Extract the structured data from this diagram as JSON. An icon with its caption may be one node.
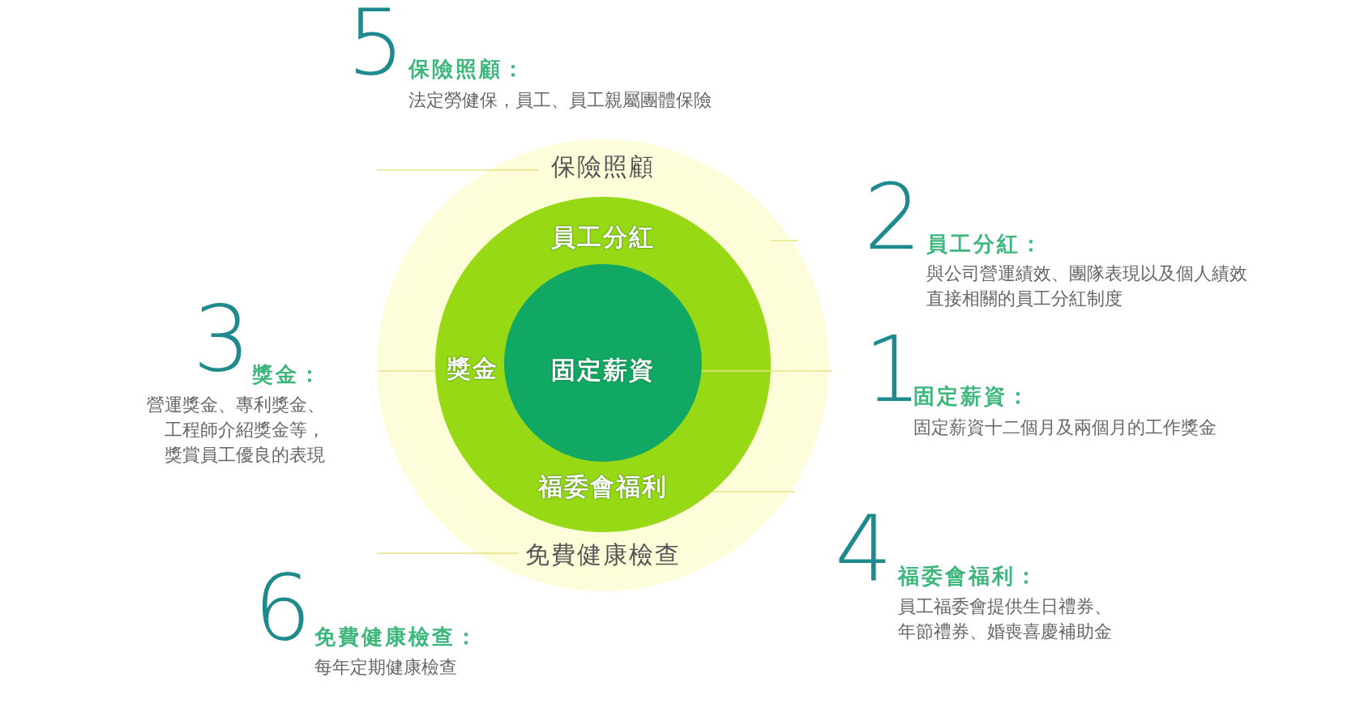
{
  "diagram": {
    "nodes": [
      {
        "text": [
          "保險照顧",
          "免費健康檢查"
        ]
      },
      {
        "text": [
          "員工分紅",
          "獎金",
          "福委會福利"
        ],
        "in": 0
      },
      {
        "text": [
          "固定薪資"
        ],
        "in": 1
      }
    ],
    "edges": [
      {
        "from": 0,
        "to": null,
        "arrow": "none"
      },
      {
        "from": 1,
        "to": null,
        "arrow": "none"
      },
      {
        "from": 1,
        "to": null,
        "arrow": "none"
      },
      {
        "from": 2,
        "to": null,
        "arrow": "none"
      },
      {
        "from": 1,
        "to": null,
        "arrow": "none"
      },
      {
        "from": 0,
        "to": null,
        "arrow": "none"
      }
    ],
    "labels": [
      "5",
      "保險照顧：",
      "法定勞健保，員工、員工親屬團體保險",
      "2",
      "員工分紅：",
      "與公司營運績效、團隊表現以及個人績效直接相關的員工分紅制度",
      "3",
      "獎金：",
      "營運獎金、專利獎金、工程師介紹獎金等，獎賞員工優良的表現",
      "1",
      "固定薪資：",
      "固定薪資十二個月及兩個月的工作獎金",
      "4",
      "福委會福利：",
      "員工福委會提供生日禮券、年節禮券、婚喪喜慶補助金",
      "6",
      "免費健康檢查：",
      "每年定期健康檢查"
    ]
  }
}
